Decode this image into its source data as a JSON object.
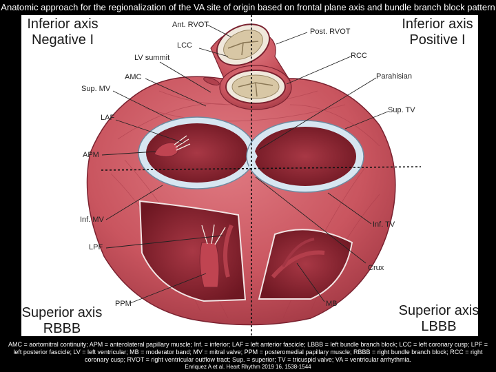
{
  "title": "Anatomic approach for the regionalization of the VA site of origin based on frontal plane axis and bundle branch block pattern",
  "corners": {
    "top_left_line1": "Inferior axis",
    "top_left_line2": "Negative I",
    "top_right_line1": "Inferior axis",
    "top_right_line2": "Positive I",
    "bottom_left_line1": "Superior axis",
    "bottom_left_line2": "RBBB",
    "bottom_right_line1": "Superior axis",
    "bottom_right_line2": "LBBB"
  },
  "labels": {
    "ant_rvot": "Ant. RVOT",
    "post_rvot": "Post. RVOT",
    "lcc": "LCC",
    "rcc": "RCC",
    "lv_summit": "LV summit",
    "amc": "AMC",
    "parahisian": "Parahisian",
    "sup_mv": "Sup. MV",
    "sup_tv": "Sup. TV",
    "laf": "LAF",
    "apm": "APM",
    "inf_mv": "Inf. MV",
    "inf_tv": "Inf. TV",
    "lpf": "LPF",
    "crux": "Crux",
    "ppm": "PPM",
    "mb": "MB"
  },
  "footnote": "AMC = aortomitral continuity; APM = anterolateral papillary muscle; Inf. = inferior; LAF = left anterior fascicle; LBBB = left bundle branch block; LCC = left coronary cusp; LPF = left posterior fascicle; LV = left ventricular; MB = moderator band; MV = mitral valve; PPM = posteromedial papillary muscle; RBBB = right bundle branch block; RCC = right coronary cusp; RVOT = right ventricular outflow tract; Sup. = superior; TV = tricuspid valve; VA = ventricular arrhythmia.",
  "citation": "Enriquez A et al. Heart Rhythm 2019 16, 1538-1544",
  "colors": {
    "muscle": "#c9555f",
    "muscle_dark": "#8e2a36",
    "valve_ring": "#cfe2ef",
    "cavity": "#7e1e2a",
    "cusp": "#e7d3b0"
  }
}
